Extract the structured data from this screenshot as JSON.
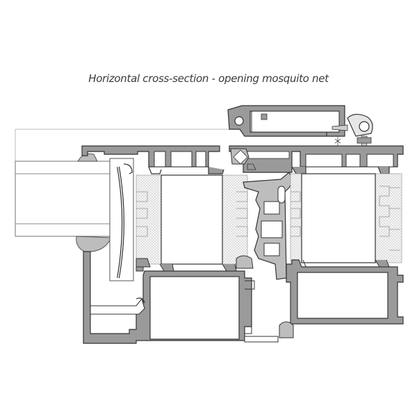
{
  "title": "Horizontal cross-section - opening mosquito net",
  "colors": {
    "background": "#ffffff",
    "aluminium": "#9a9a9a",
    "outline": "#333333",
    "glass": "#ffffff",
    "gasket": "#b8b8b8",
    "insulation": "#f2f2f2",
    "dots": "#bdbdbd"
  },
  "components": [
    "glazing-unit",
    "mosquito-net-frame",
    "outer-frame-profile",
    "sash-profile",
    "thermal-break-insulation",
    "gaskets",
    "brush-seal",
    "screw"
  ]
}
